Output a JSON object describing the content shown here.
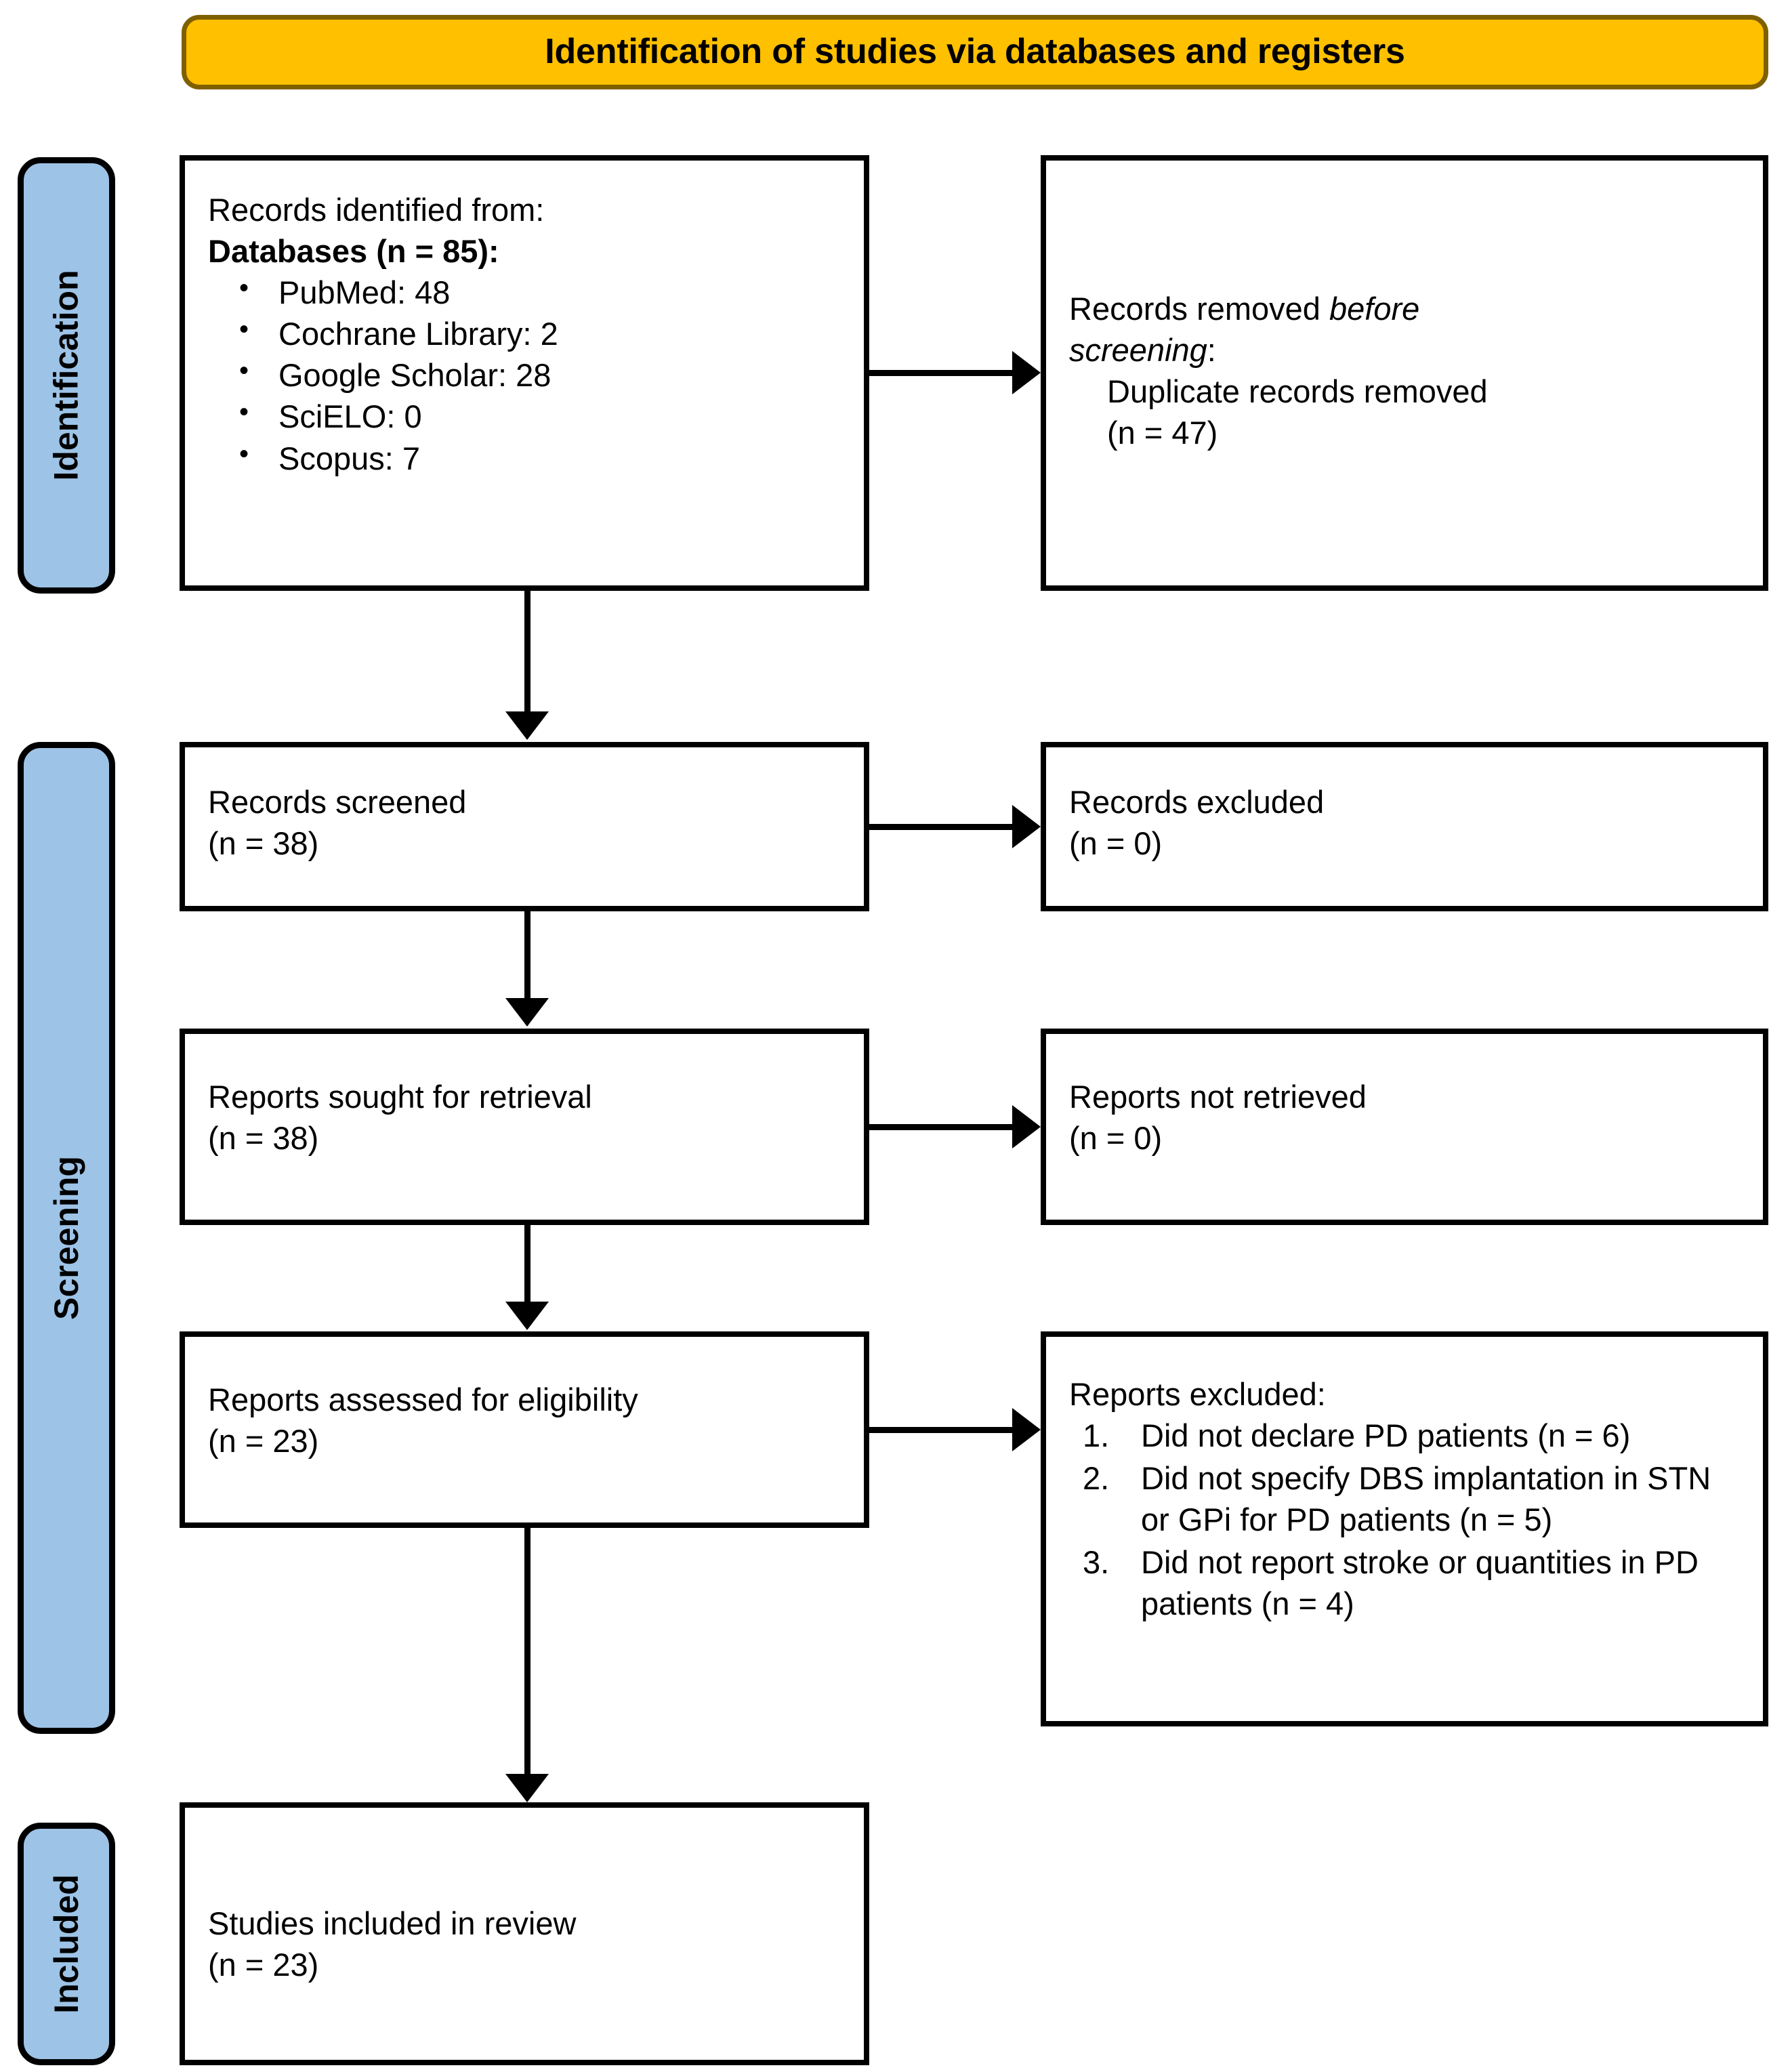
{
  "banner": {
    "title": "Identification of studies via databases and registers",
    "fill_color": "#FFC000",
    "border_color": "#7F6000"
  },
  "stages": [
    {
      "label": "Identification"
    },
    {
      "label": "Screening"
    },
    {
      "label": "Included"
    }
  ],
  "stage_color": "#9DC3E6",
  "boxes": {
    "identified": {
      "line1": "Records identified from:",
      "line2": "Databases (n = 85):",
      "sources": [
        "PubMed: 48",
        "Cochrane Library: 2",
        "Google Scholar: 28",
        "SciELO: 0",
        "Scopus: 7"
      ]
    },
    "removed": {
      "line1_a": "Records removed ",
      "line1_b": "before",
      "line2_b": "screening",
      "line2_a": ":",
      "line3": "Duplicate records removed",
      "line4": "(n = 47)"
    },
    "screened": {
      "line1": "Records screened",
      "line2": "(n = 38)"
    },
    "excluded": {
      "line1": "Records excluded",
      "line2": "(n = 0)"
    },
    "sought": {
      "line1": "Reports sought for retrieval",
      "line2": "(n = 38)"
    },
    "not_retrieved": {
      "line1": "Reports not retrieved",
      "line2": "(n = 0)"
    },
    "assessed": {
      "line1": "Reports assessed for eligibility",
      "line2": "(n = 23)"
    },
    "reports_excluded": {
      "heading": "Reports excluded:",
      "reasons": [
        "Did not declare PD patients (n = 6)",
        "Did not specify DBS implantation in STN or GPi for PD patients (n = 5)",
        "Did not report stroke or quantities in PD patients (n = 4)"
      ]
    },
    "included": {
      "line1": "Studies included in review",
      "line2": "(n = 23)"
    }
  }
}
